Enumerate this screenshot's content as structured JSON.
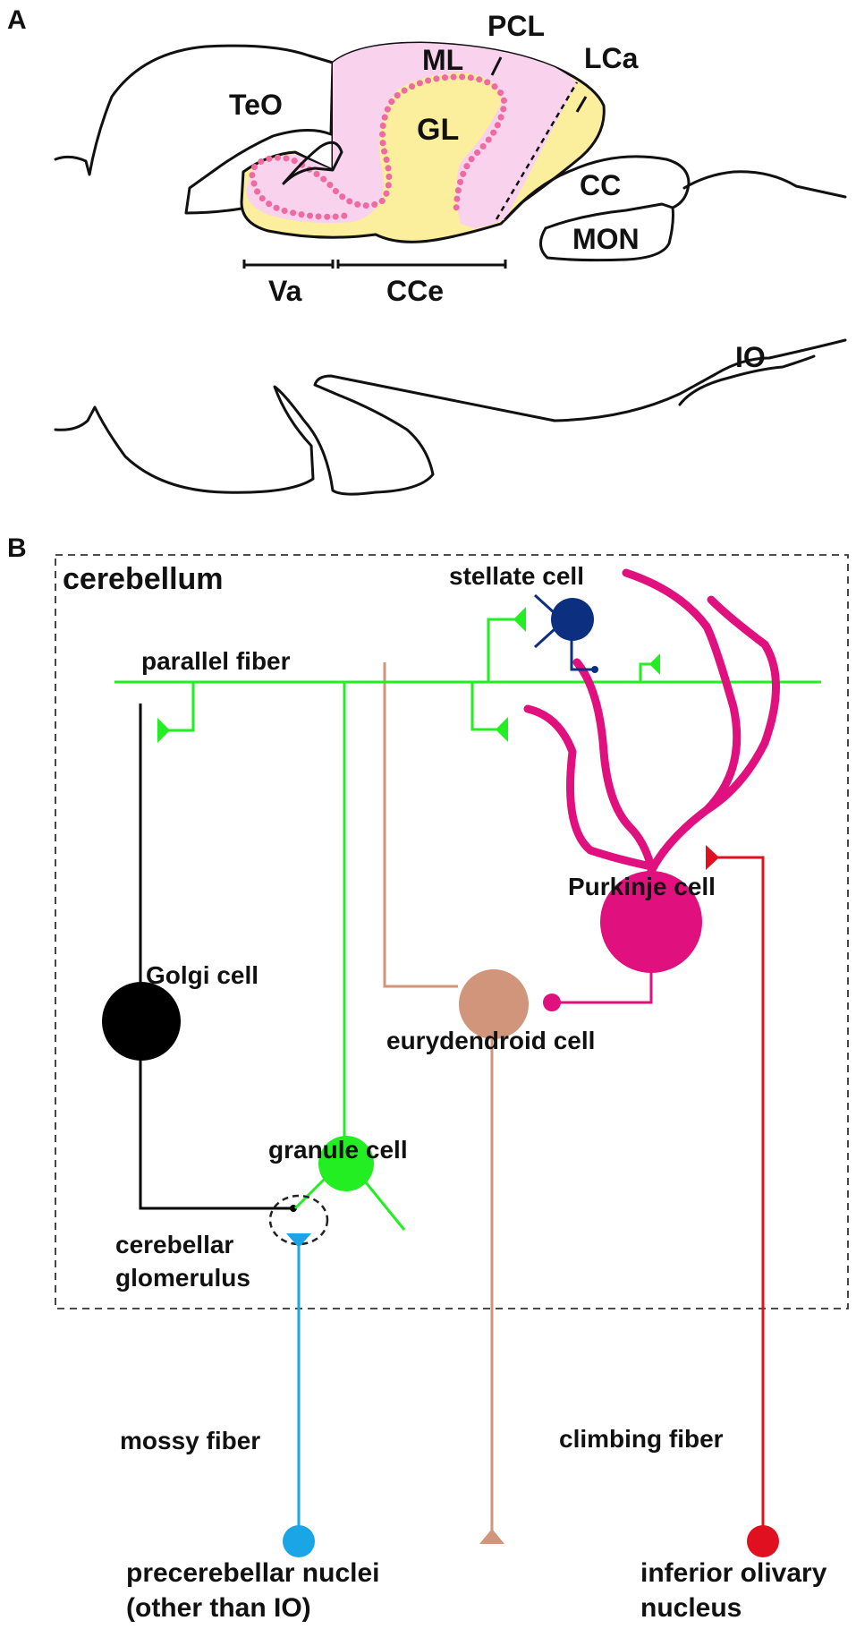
{
  "panel_a": {
    "panel_label": "A",
    "regions": {
      "teo": "TeO",
      "ml": "ML",
      "pcl": "PCL",
      "lca": "LCa",
      "gl": "GL",
      "cc": "CC",
      "mon": "MON",
      "va": "Va",
      "cce": "CCe",
      "io": "IO"
    }
  },
  "panel_b": {
    "panel_label": "B",
    "box_title": "cerebellum",
    "labels": {
      "stellate_cell": "stellate cell",
      "parallel_fiber": "parallel fiber",
      "purkinje_cell": "Purkinje cell",
      "golgi_cell": "Golgi cell",
      "eurydendroid_cell": "eurydendroid cell",
      "granule_cell": "granule cell",
      "glomerulus_line1": "cerebellar",
      "glomerulus_line2": "glomerulus",
      "mossy_fiber": "mossy fiber",
      "climbing_fiber": "climbing fiber",
      "precerebellar_line1": "precerebellar nuclei",
      "precerebellar_line2": "(other than IO)",
      "olivary_line1": "inferior olivary",
      "olivary_line2": "nucleus"
    }
  },
  "colors": {
    "molecular_layer": "#f9d3ee",
    "granular_layer": "#fbee9c",
    "purkinje_dots": "#ef6aa0",
    "parallel_fiber": "#22ee22",
    "stellate": "#0c2f80",
    "purkinje": "#e0107e",
    "climbing_fiber": "#e01020",
    "eurydendroid": "#d0957a",
    "golgi": "#000000",
    "mossy_fiber": "#1aa6e6"
  }
}
